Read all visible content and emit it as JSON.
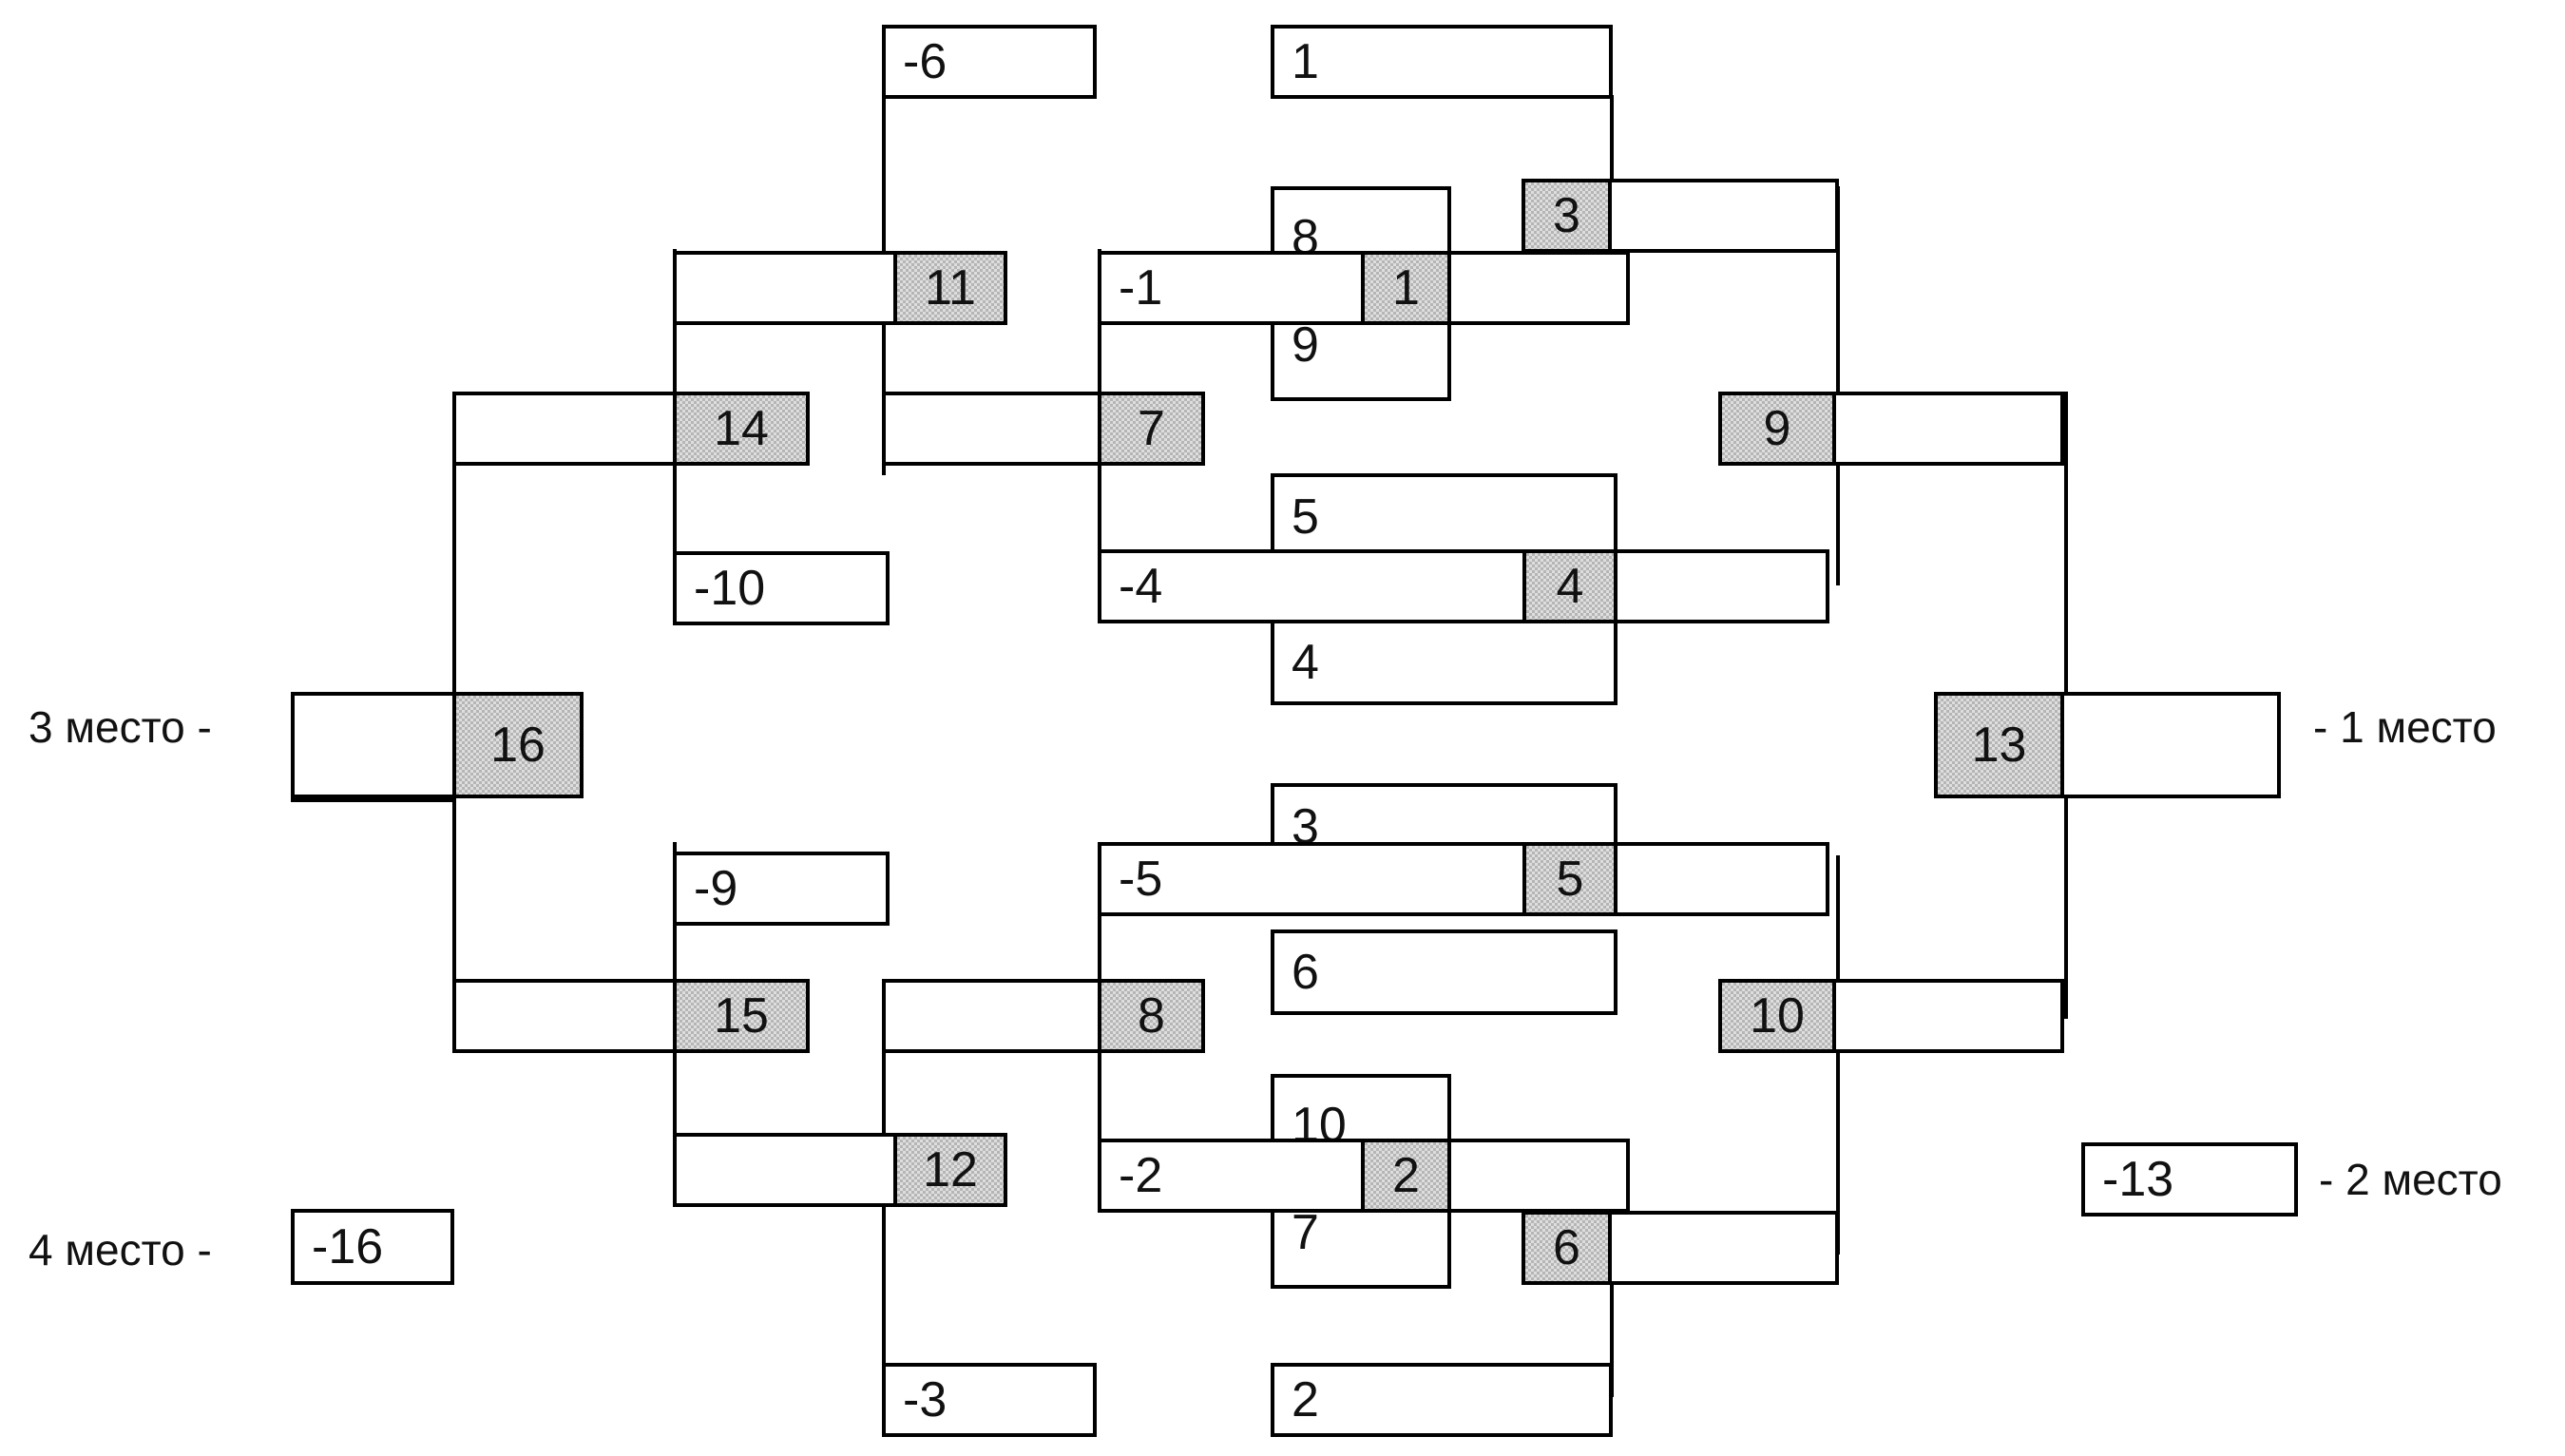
{
  "diagram": {
    "title": "Double elimination tournament bracket",
    "type": "bracket",
    "colors": {
      "line": "#000000",
      "shaded": "#b5b5b5",
      "background": "#ffffff"
    }
  },
  "side_labels": {
    "third_place": "3 место -",
    "fourth_place": "4 место -",
    "first_place": "- 1 место",
    "second_place": "- 2 место"
  },
  "results": {
    "first_place_value": "13",
    "second_place_value": "-13",
    "third_place_value": "16",
    "fourth_place_value": "-16"
  },
  "boxes": {
    "top_left_minus6": "-6",
    "top_right_1": "1",
    "w11": "11",
    "stack_8": "8",
    "m_minus1": "-1",
    "w1": "1",
    "stack_9": "9",
    "w3": "3",
    "w14": "14",
    "w7": "7",
    "w9": "9",
    "l_minus10": "-10",
    "stack_5": "5",
    "m_minus4": "-4",
    "w4": "4",
    "stack_4": "4",
    "w16": "16",
    "w13": "13",
    "l_minus9": "-9",
    "stack_3": "3",
    "m_minus5": "-5",
    "w5": "5",
    "stack_6": "6",
    "w15": "15",
    "w8": "8",
    "w10": "10",
    "w12": "12",
    "stack_10": "10",
    "m_minus2": "-2",
    "w2": "2",
    "stack_7": "7",
    "w6": "6",
    "bottom_minus3": "-3",
    "bottom_2": "2",
    "right_minus13": "-13",
    "left_minus16": "-16"
  }
}
